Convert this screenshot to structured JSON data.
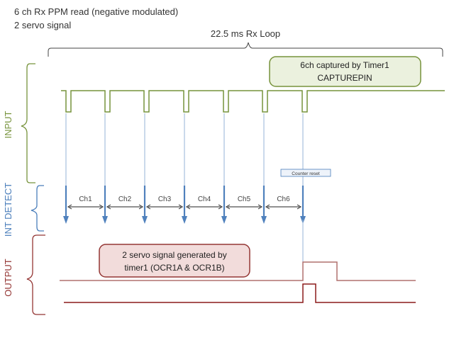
{
  "header": {
    "line1": "6 ch Rx PPM read (negative modulated)",
    "line2": "2 servo signal"
  },
  "loop_label": "22.5 ms Rx Loop",
  "sections": {
    "input": "INPUT",
    "int_detect": "INT DETECT",
    "output": "OUTPUT"
  },
  "callouts": {
    "timer1_line1": "6ch captured by Timer1",
    "timer1_line2": "CAPTUREPIN",
    "servo_line1": "2 servo signal generated by",
    "servo_line2": "timer1 (OCR1A & OCR1B)"
  },
  "counter_reset": "Counter reset",
  "channels": [
    "Ch1",
    "Ch2",
    "Ch3",
    "Ch4",
    "Ch5",
    "Ch6"
  ],
  "colors": {
    "input": "#77933c",
    "int_detect": "#4a7ebb",
    "output": "#943634",
    "arrow": "#4f81bd",
    "timer_box_fill": "#ebf1de",
    "servo_box_fill": "#f2dcdb",
    "servo_line1": "#b0706e",
    "servo_line2": "#8b1a1a",
    "text": "#333333"
  }
}
